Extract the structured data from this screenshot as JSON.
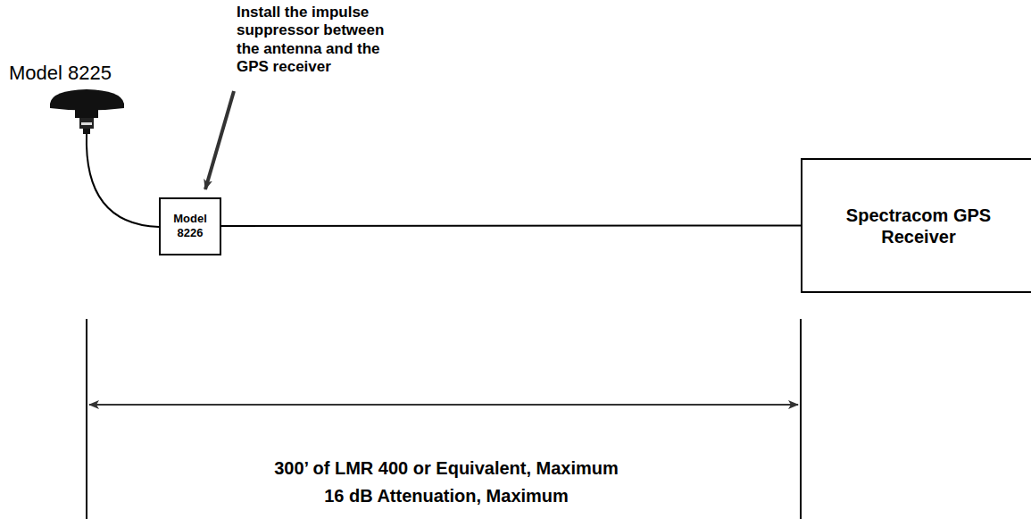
{
  "diagram": {
    "nodes": [
      {
        "text": [
          "Model 8226"
        ]
      },
      {
        "text": [
          "Spectracom GPS Receiver"
        ]
      }
    ],
    "edges": [
      {
        "from": 0,
        "to": 1,
        "arrow": "none"
      }
    ],
    "labels": [
      "Model 8225",
      "Install the impulse suppressor between the antenna and the GPS receiver",
      "300’ of LMR 400 or Equivalent, Maximum",
      "16 dB Attenuation, Maximum"
    ]
  }
}
